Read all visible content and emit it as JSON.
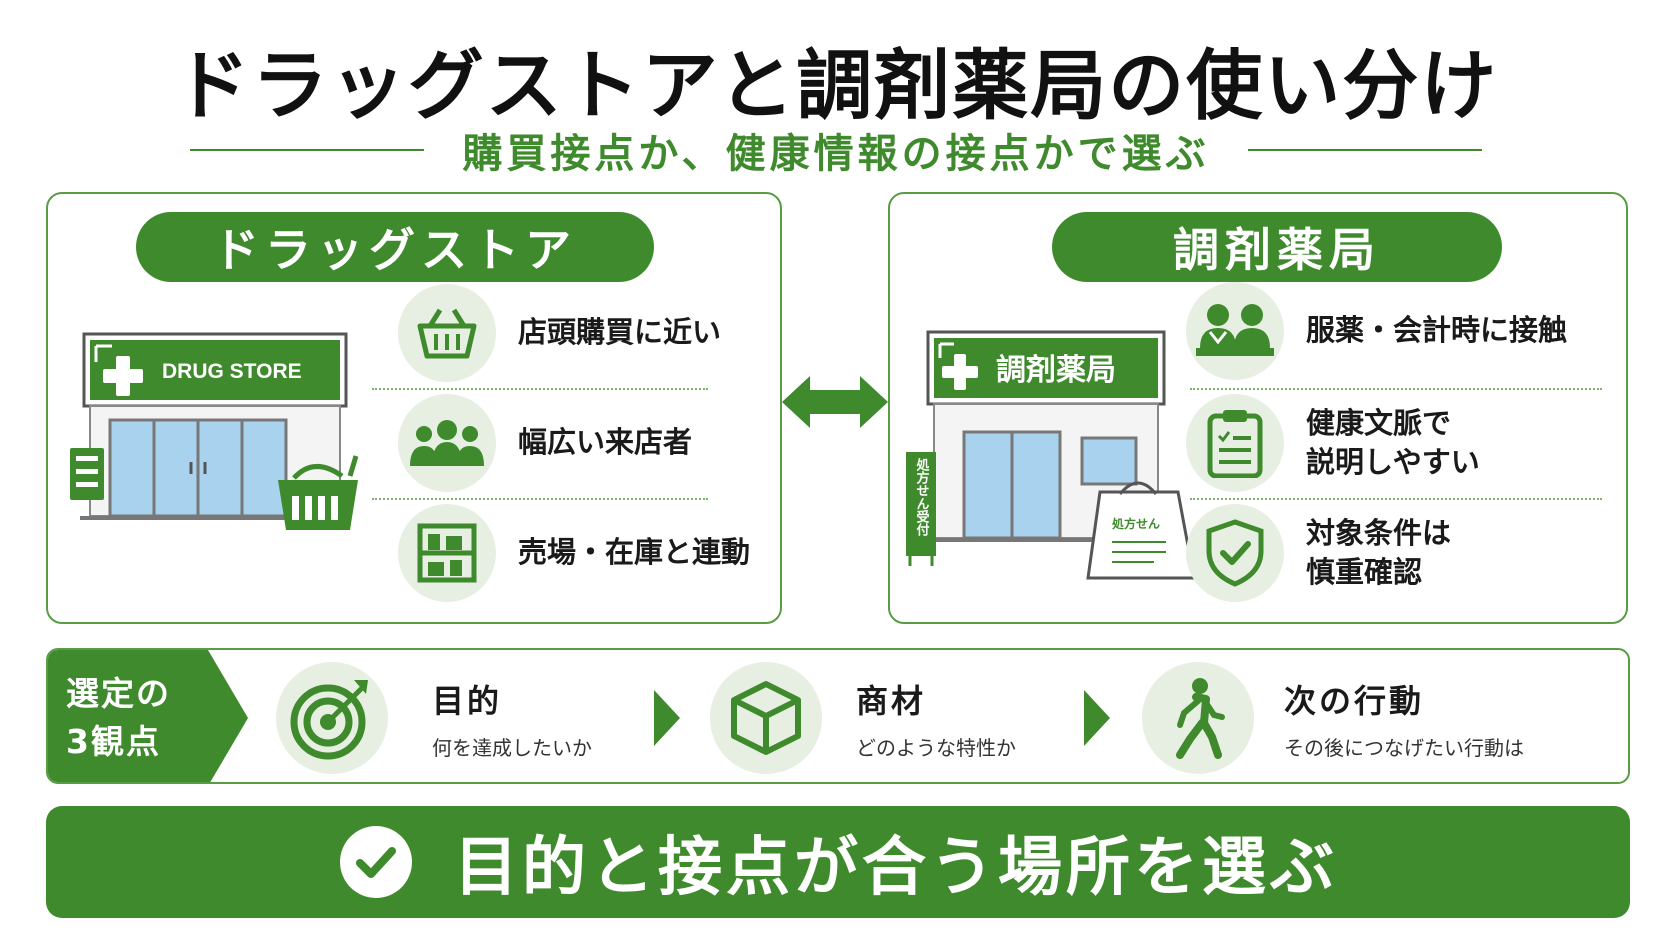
{
  "title": "ドラッグストアと調剤薬局の使い分け",
  "subtitle": "購買接点か、健康情報の接点かで選ぶ",
  "drugstore": {
    "label": "ドラッグストア",
    "sign": "DRUG STORE",
    "features": [
      {
        "icon": "basket-icon",
        "text": "店頭購買に近い"
      },
      {
        "icon": "people-icon",
        "text": "幅広い来店者"
      },
      {
        "icon": "shelf-icon",
        "text": "売場・在庫と連動"
      }
    ]
  },
  "pharmacy": {
    "label": "調剤薬局",
    "sign": "調剤薬局",
    "stand_sign": "処方せん受付",
    "bag_label": "処方せん",
    "features": [
      {
        "icon": "consultation-icon",
        "text": "服薬・会計時に接触"
      },
      {
        "icon": "clipboard-icon",
        "text": "健康文脈で\n説明しやすい"
      },
      {
        "icon": "shield-check-icon",
        "text": "対象条件は\n慎重確認"
      }
    ]
  },
  "viewpoints": {
    "label": "選定の\n3観点",
    "items": [
      {
        "icon": "target-icon",
        "title": "目的",
        "sub": "何を達成したいか"
      },
      {
        "icon": "box-icon",
        "title": "商材",
        "sub": "どのような特性か"
      },
      {
        "icon": "walking-person-icon",
        "title": "次の行動",
        "sub": "その後につなげたい行動は"
      }
    ]
  },
  "conclusion": "目的と接点が合う場所を選ぶ",
  "colors": {
    "accent": "#3f8a2d",
    "light": "#e6efe1",
    "sky": "#a9d2ee"
  }
}
